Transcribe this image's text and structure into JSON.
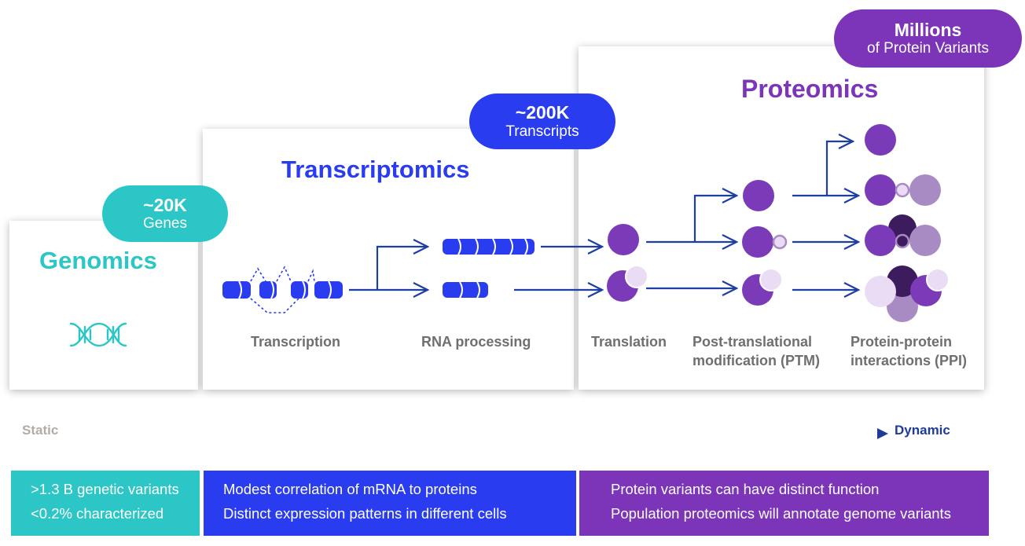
{
  "colors": {
    "genomics": "#2cc6c6",
    "transcriptomics": "#2a3cf0",
    "proteomics": "#7c35b8",
    "arrow": "#1d3ea3",
    "protein_dark": "#7b3bb8",
    "protein_light": "#eadcf4",
    "protein_mid": "#a98bc4",
    "protein_darkest": "#3d1c5e",
    "axis_static": "#b3aca4",
    "axis_dynamic": "#1e3a9a"
  },
  "genomics": {
    "title": "Genomics",
    "count": "~20K",
    "unit": "Genes",
    "icon": "dna-icon"
  },
  "transcriptomics": {
    "title": "Transcriptomics",
    "count": "~200K",
    "unit": "Transcripts",
    "steps": [
      "Transcription",
      "RNA processing"
    ]
  },
  "proteomics": {
    "title": "Proteomics",
    "count": "Millions",
    "unit": "of Protein Variants",
    "steps": [
      "Translation",
      "Post-translational",
      "modification (PTM)",
      "Protein-protein",
      "interactions (PPI)"
    ]
  },
  "axis": {
    "start": "Static",
    "end": "Dynamic"
  },
  "footer": {
    "genomics": [
      ">1.3 B genetic variants",
      "<0.2% characterized"
    ],
    "transcriptomics": [
      "Modest correlation of mRNA to proteins",
      "Distinct expression patterns in different cells"
    ],
    "proteomics": [
      "Protein variants can have distinct function",
      "Population proteomics will annotate genome variants"
    ]
  }
}
